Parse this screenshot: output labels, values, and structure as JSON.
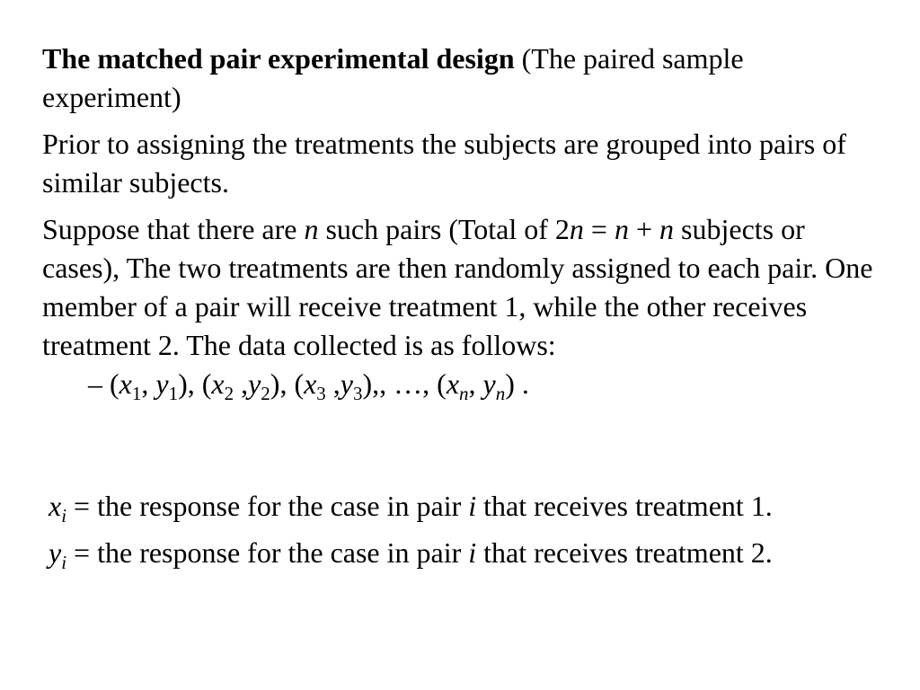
{
  "heading": {
    "bold": "The matched pair experimental design",
    "rest": "(The paired sample experiment)"
  },
  "para1": "Prior to assigning the treatments the subjects are grouped into pairs of similar subjects.",
  "para2": {
    "a": "Suppose that there are ",
    "n1": "n",
    "b": " such pairs (Total of 2",
    "n2": "n",
    "c": " = ",
    "n3": "n",
    "d": " + ",
    "n4": "n",
    "e": " subjects or cases), The two treatments are then randomly assigned to each pair. One member of a pair will receive treatment 1, while the other receives treatment 2. The data collected is as follows:"
  },
  "bullet": {
    "dash": "–",
    "p1": "(",
    "x": "x",
    "s1": "1",
    "p2": ", ",
    "y": "y",
    "s2": "1",
    "p3": "), (",
    "s3": "2",
    "p4": " ,",
    "s4": "2",
    "p5": "), (",
    "s5": "3",
    "p6": " ,",
    "s6": "3",
    "p7": "),, …, (",
    "sn": "n",
    "p8": ", ",
    "p9": ") ."
  },
  "def_x": {
    "var": "x",
    "sub": "i",
    "a": " = the response for the case in pair ",
    "i": "i",
    "b": " that receives treatment 1."
  },
  "def_y": {
    "var": "y",
    "sub": "i",
    "a": " = the response for the case in pair ",
    "i": "i",
    "b": " that receives treatment 2."
  }
}
